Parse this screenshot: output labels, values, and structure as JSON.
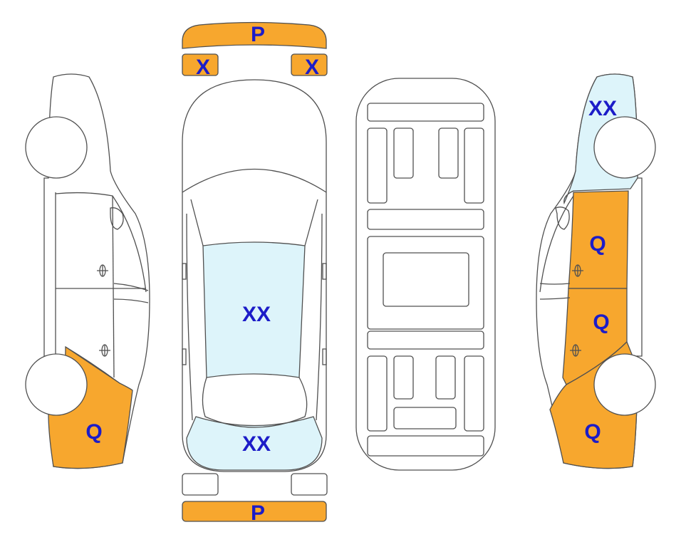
{
  "colors": {
    "damage_orange": "#F7A72E",
    "damage_blue": "#DDF4FA",
    "label_blue": "#1C1CC8",
    "outline": "#505050"
  },
  "labels": {
    "front_bumper": "P",
    "front_left_light": "X",
    "front_right_light": "X",
    "top_roof": "XX",
    "top_rear_window": "XX",
    "rear_bumper": "P",
    "left_rear_quarter": "Q",
    "right_front_fender": "XX",
    "right_front_door": "Q",
    "right_rear_door": "Q",
    "right_rear_quarter": "Q"
  }
}
